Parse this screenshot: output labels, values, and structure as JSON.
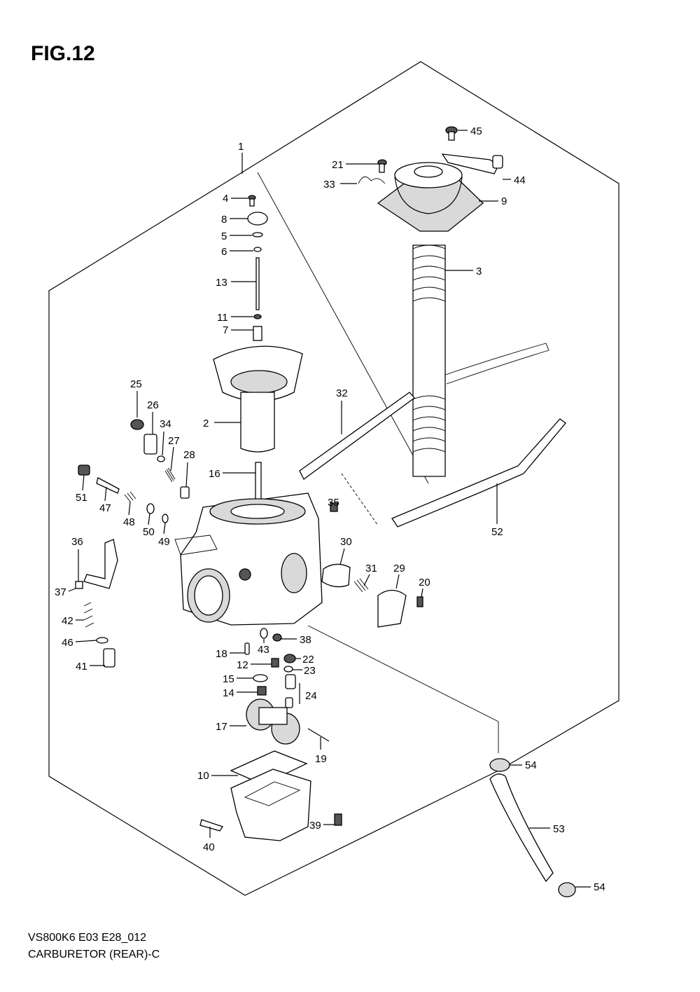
{
  "figure": {
    "title": "FIG.12",
    "model_code": "VS800K6 E03 E28_012",
    "name": "CARBURETOR (REAR)-C"
  },
  "callouts": [
    "1",
    "2",
    "3",
    "4",
    "5",
    "6",
    "7",
    "8",
    "9",
    "10",
    "11",
    "12",
    "13",
    "14",
    "15",
    "16",
    "17",
    "18",
    "19",
    "20",
    "21",
    "22",
    "23",
    "24",
    "25",
    "26",
    "27",
    "28",
    "29",
    "30",
    "31",
    "32",
    "33",
    "34",
    "35",
    "36",
    "37",
    "38",
    "39",
    "40",
    "41",
    "42",
    "43",
    "44",
    "45",
    "46",
    "47",
    "48",
    "49",
    "50",
    "51",
    "52",
    "53",
    "54",
    "54"
  ]
}
